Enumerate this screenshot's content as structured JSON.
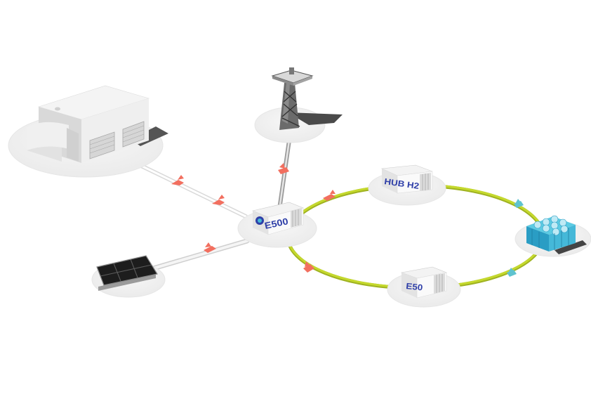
{
  "diagram": {
    "nodes": [
      {
        "id": "factory",
        "kind": "industrial-building"
      },
      {
        "id": "tower",
        "kind": "wind-tower"
      },
      {
        "id": "solar",
        "kind": "solar-panel-array"
      },
      {
        "id": "central",
        "kind": "container",
        "label": "E500"
      },
      {
        "id": "hub",
        "kind": "container",
        "label": "HUB H2"
      },
      {
        "id": "storage",
        "kind": "hydrogen-tank-rack"
      },
      {
        "id": "e50",
        "kind": "container",
        "label": "E50"
      }
    ],
    "links": [
      {
        "from": "factory",
        "to": "central",
        "style": "white-pipe",
        "arrows": 2
      },
      {
        "from": "tower",
        "to": "central",
        "style": "grey-pipe",
        "arrows": 1
      },
      {
        "from": "solar",
        "to": "central",
        "style": "white-pipe",
        "arrows": 1
      },
      {
        "from": "central",
        "to": "hub",
        "style": "green-ring",
        "arrows": 1
      },
      {
        "from": "hub",
        "to": "storage",
        "style": "green-ring",
        "arrows": 1
      },
      {
        "from": "storage",
        "to": "e50",
        "style": "green-ring",
        "arrows": 1
      },
      {
        "from": "e50",
        "to": "central",
        "style": "green-ring",
        "arrows": 1
      }
    ],
    "colors": {
      "ring": "#c5d92d",
      "arrow_red": "#f26f5f",
      "arrow_teal": "#5fc3cf",
      "label": "#2f3fa8",
      "tank": "#45b8d8"
    }
  }
}
